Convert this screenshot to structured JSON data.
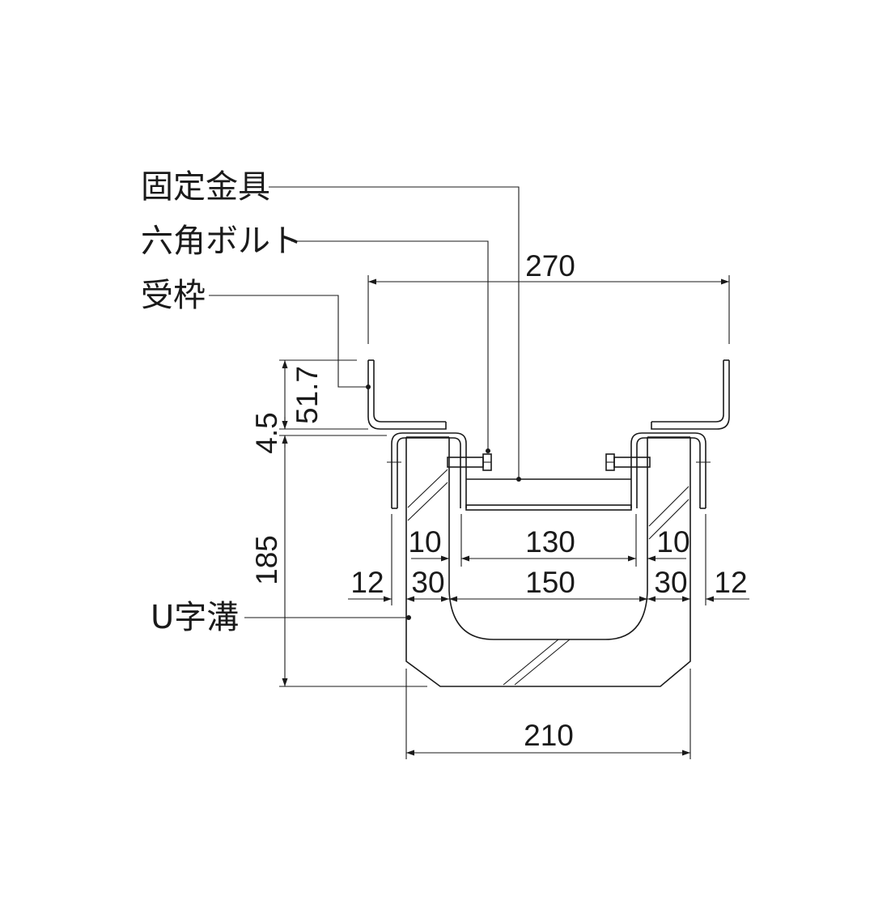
{
  "labels": {
    "bracket": "固定金具",
    "bolt": "六角ボルト",
    "frame": "受枠",
    "channel": "U字溝"
  },
  "dimensions": {
    "top_width": "270",
    "frame_height": "51.7",
    "gap": "4.5",
    "channel_height": "185",
    "inner_bolt_offset_left": "10",
    "inner_span": "130",
    "inner_bolt_offset_right": "10",
    "outer_flange_left": "12",
    "wall_left": "30",
    "channel_inner": "150",
    "wall_right": "30",
    "outer_flange_right": "12",
    "bottom_width": "210"
  }
}
